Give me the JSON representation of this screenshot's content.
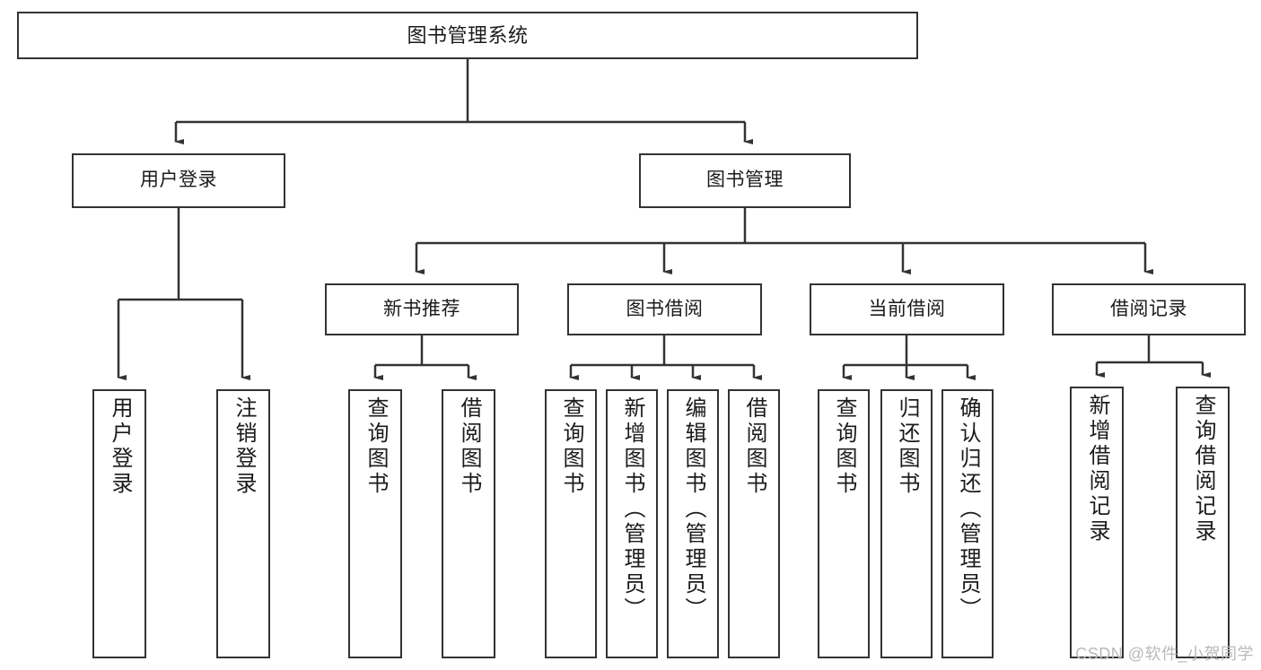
{
  "diagram": {
    "title": "图书管理系统",
    "type": "tree-structure-chart",
    "colors": {
      "node_border": "#333333",
      "node_fill": "#ffffff",
      "edge": "#333333",
      "text": "#1b1b1b",
      "watermark": "#b9b9b9",
      "background": "#ffffff"
    },
    "watermark": "CSDN @软件_小贺同学",
    "levels": {
      "root": {
        "label": "图书管理系统"
      },
      "modules": [
        {
          "id": "user-login",
          "label": "用户登录"
        },
        {
          "id": "book-manage",
          "label": "图书管理"
        }
      ],
      "submodules": [
        {
          "id": "new-book-recommend",
          "label": "新书推荐",
          "parent": "book-manage"
        },
        {
          "id": "book-borrow",
          "label": "图书借阅",
          "parent": "book-manage"
        },
        {
          "id": "current-borrow",
          "label": "当前借阅",
          "parent": "book-manage"
        },
        {
          "id": "borrow-record",
          "label": "借阅记录",
          "parent": "book-manage"
        }
      ],
      "leaves": [
        {
          "id": "leaf-user-login",
          "label": "用户登录",
          "parent": "user-login"
        },
        {
          "id": "leaf-logout-login",
          "label": "注销登录",
          "parent": "user-login"
        },
        {
          "id": "leaf-query-book-1",
          "label": "查询图书",
          "parent": "new-book-recommend"
        },
        {
          "id": "leaf-borrow-book-1",
          "label": "借阅图书",
          "parent": "new-book-recommend"
        },
        {
          "id": "leaf-query-book-2",
          "label": "查询图书",
          "parent": "book-borrow"
        },
        {
          "id": "leaf-add-book",
          "label": "新增图书（管理员）",
          "parent": "book-borrow"
        },
        {
          "id": "leaf-edit-book",
          "label": "编辑图书（管理员）",
          "parent": "book-borrow"
        },
        {
          "id": "leaf-borrow-book-2",
          "label": "借阅图书",
          "parent": "book-borrow"
        },
        {
          "id": "leaf-query-book-3",
          "label": "查询图书",
          "parent": "current-borrow"
        },
        {
          "id": "leaf-return-book",
          "label": "归还图书",
          "parent": "current-borrow"
        },
        {
          "id": "leaf-confirm-return",
          "label": "确认归还（管理员）",
          "parent": "current-borrow"
        },
        {
          "id": "leaf-add-record",
          "label": "新增借阅记录",
          "parent": "borrow-record"
        },
        {
          "id": "leaf-query-record",
          "label": "查询借阅记录",
          "parent": "borrow-record"
        }
      ]
    }
  }
}
